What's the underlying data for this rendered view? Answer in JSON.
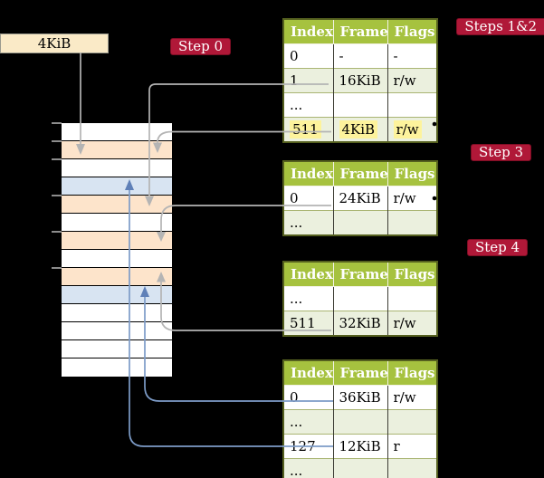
{
  "register": {
    "label": "4KiB"
  },
  "badges": {
    "step0": "Step 0",
    "steps12": "Steps 1&2",
    "step3": "Step 3",
    "step4": "Step 4"
  },
  "memory": {
    "rows": [
      "white",
      "orange",
      "white",
      "blue",
      "orange",
      "white",
      "orange",
      "white",
      "orange",
      "blue",
      "white",
      "white",
      "white",
      "white"
    ]
  },
  "page_tables": [
    {
      "name": "page-table-steps-1-2",
      "headers": [
        "Index",
        "Frame",
        "Flags"
      ],
      "rows": [
        {
          "index": "0",
          "frame": "-",
          "flags": "-",
          "shaded": false,
          "highlighted": false
        },
        {
          "index": "1",
          "frame": "16KiB",
          "flags": "r/w",
          "shaded": true,
          "highlighted": false
        },
        {
          "index": "...",
          "frame": "",
          "flags": "",
          "shaded": false,
          "highlighted": false
        },
        {
          "index": "511",
          "frame": "4KiB",
          "flags": "r/w",
          "shaded": true,
          "highlighted": true
        }
      ]
    },
    {
      "name": "page-table-step-3",
      "headers": [
        "Index",
        "Frame",
        "Flags"
      ],
      "rows": [
        {
          "index": "0",
          "frame": "24KiB",
          "flags": "r/w",
          "shaded": false,
          "highlighted": false
        },
        {
          "index": "...",
          "frame": "",
          "flags": "",
          "shaded": true,
          "highlighted": false
        }
      ]
    },
    {
      "name": "page-table-step-4",
      "headers": [
        "Index",
        "Frame",
        "Flags"
      ],
      "rows": [
        {
          "index": "...",
          "frame": "",
          "flags": "",
          "shaded": false,
          "highlighted": false
        },
        {
          "index": "511",
          "frame": "32KiB",
          "flags": "r/w",
          "shaded": true,
          "highlighted": false
        }
      ]
    },
    {
      "name": "page-table-final",
      "headers": [
        "Index",
        "Frame",
        "Flags"
      ],
      "rows": [
        {
          "index": "0",
          "frame": "36KiB",
          "flags": "r/w",
          "shaded": false,
          "highlighted": false
        },
        {
          "index": "...",
          "frame": "",
          "flags": "",
          "shaded": true,
          "highlighted": false
        },
        {
          "index": "127",
          "frame": "12KiB",
          "flags": "r",
          "shaded": false,
          "highlighted": false
        },
        {
          "index": "...",
          "frame": "",
          "flags": "",
          "shaded": true,
          "highlighted": false
        }
      ]
    }
  ],
  "colors": {
    "background": "#000000",
    "badge_red": "#b01838",
    "table_header_green": "#a6c23f",
    "table_row_green": "#ebf0de",
    "highlight_yellow": "#fdf39c",
    "memory_orange": "#fde4cb",
    "memory_blue": "#d8e4f2",
    "register_cream": "#faeac7",
    "line_gray": "#b4b4b4",
    "line_blue": "#7d9cc8"
  }
}
